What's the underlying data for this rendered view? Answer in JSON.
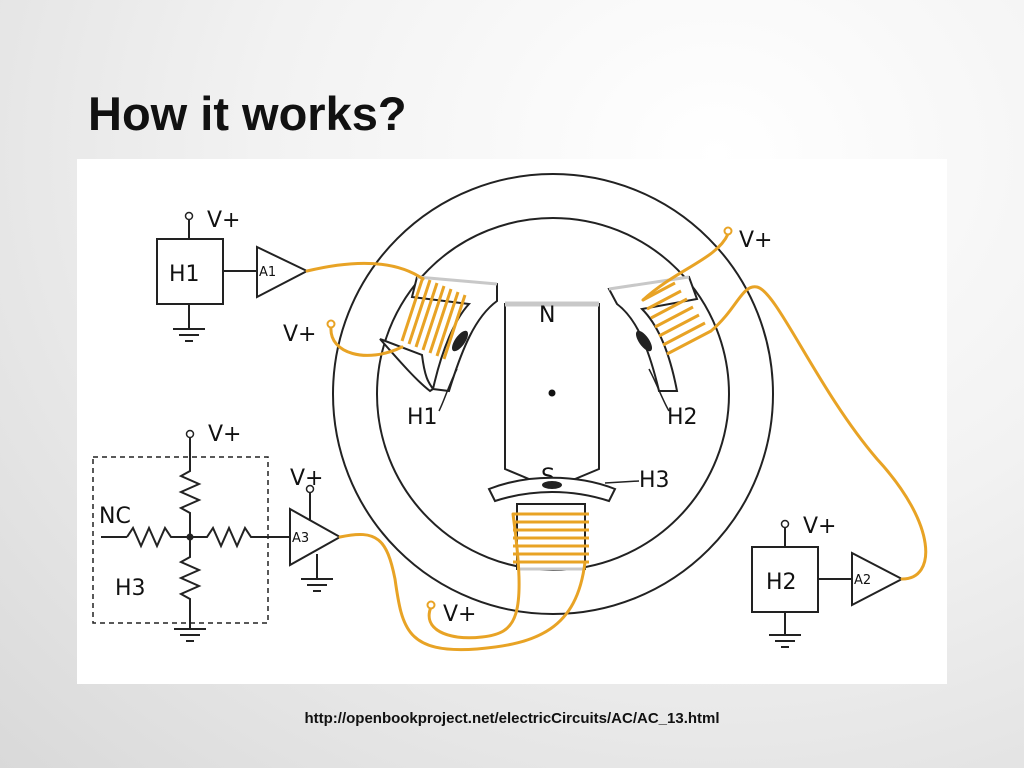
{
  "slide": {
    "title": "How it works?",
    "source": "http://openbookproject.net/electricCircuits/AC/AC_13.html"
  },
  "diagram": {
    "labels": {
      "h1_sensor": "H1",
      "h2_sensor": "H2",
      "h3_sensor": "H3",
      "h1_pole": "H1",
      "h2_pole": "H2",
      "h3_pole": "H3",
      "north": "N",
      "south": "S",
      "nc": "NC",
      "vplus": "V+",
      "amp1": "A1",
      "amp2": "A2",
      "amp3": "A3"
    },
    "colors": {
      "wire": "#E8A325",
      "line": "#222222",
      "gray": "#c8c8c8"
    }
  }
}
